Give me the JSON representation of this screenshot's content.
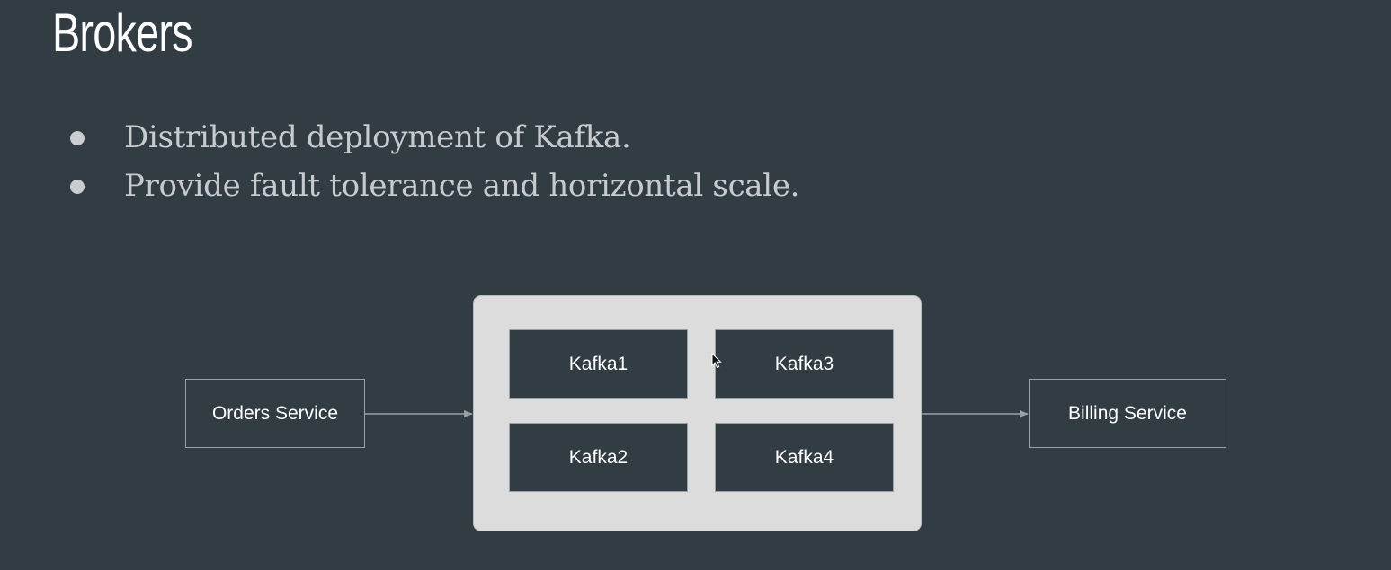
{
  "slide": {
    "title": "Brokers",
    "bullets": [
      "Distributed deployment of Kafka.",
      "Provide fault tolerance and horizontal scale."
    ]
  },
  "diagram": {
    "producer": "Orders Service",
    "consumer": "Billing Service",
    "brokers": [
      "Kafka1",
      "Kafka3",
      "Kafka2",
      "Kafka4"
    ]
  },
  "colors": {
    "background": "#313c43",
    "cluster_fill": "#dcdcdc",
    "box_border": "#9aa1a6",
    "text": "#ffffff",
    "bullet_text": "#c8cbce"
  },
  "icons": {
    "cursor": "mouse-pointer-icon"
  }
}
